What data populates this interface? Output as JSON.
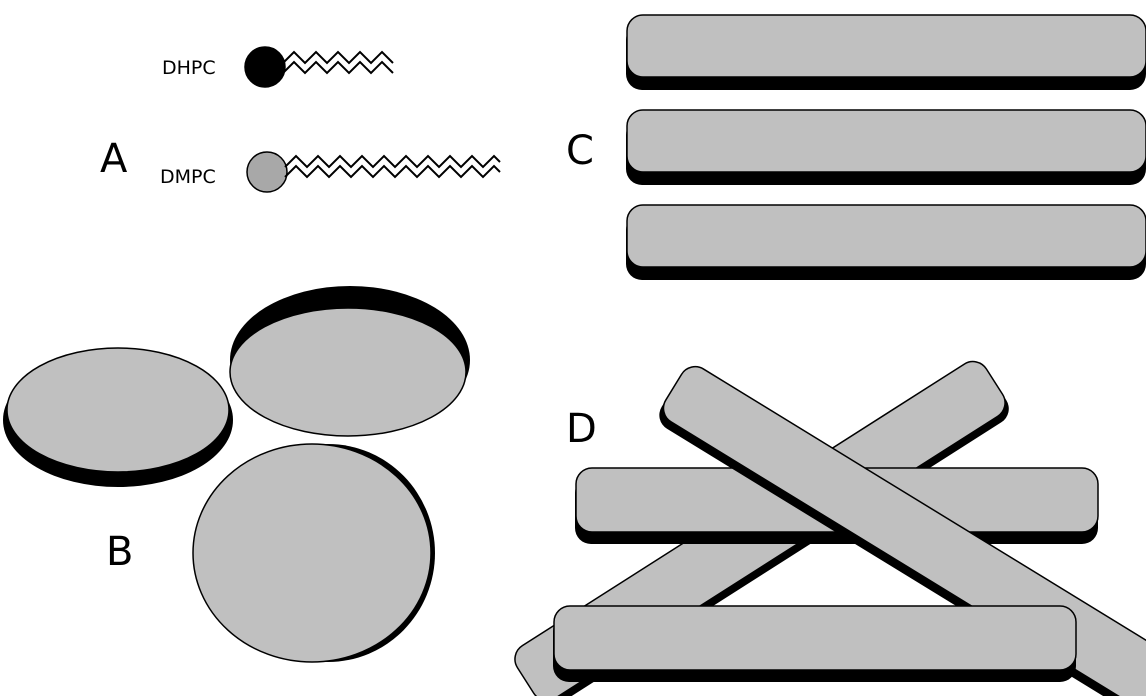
{
  "panels": {
    "a": {
      "label": "A"
    },
    "b": {
      "label": "B"
    },
    "c": {
      "label": "C"
    },
    "d": {
      "label": "D"
    }
  },
  "lipids": {
    "short": {
      "name": "DHPC",
      "head_color": "#000000"
    },
    "long": {
      "name": "DMPC",
      "head_color": "#a8a8a8"
    }
  },
  "colors": {
    "fill": "#c0c0c0",
    "shadow": "#000000",
    "outline": "#000000",
    "background": "#ffffff"
  }
}
